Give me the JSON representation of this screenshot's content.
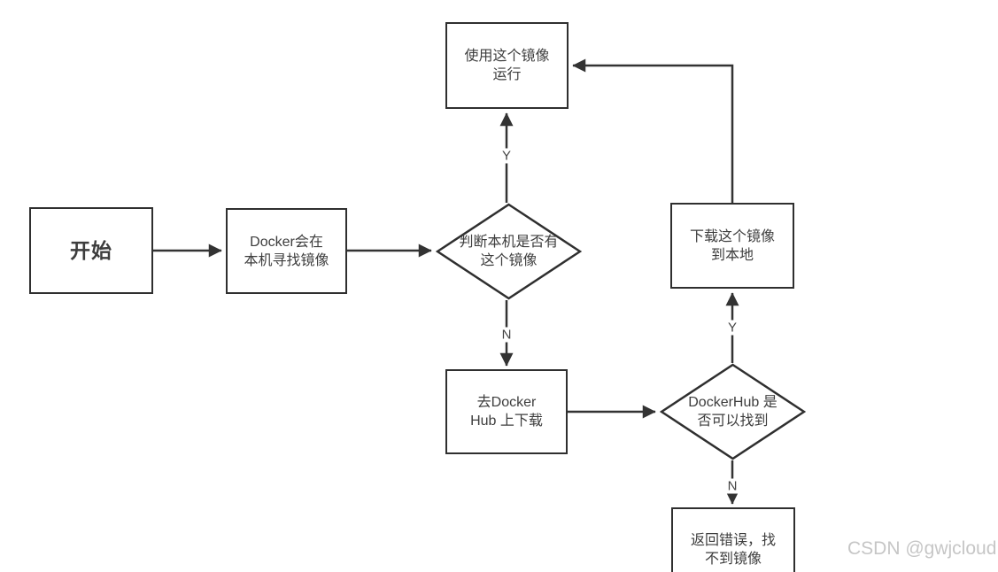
{
  "diagram": {
    "nodes": [
      {
        "id": "start",
        "shape": "rect",
        "label": "开始"
      },
      {
        "id": "search-local",
        "shape": "rect",
        "label": "Docker会在\n本机寻找镜像"
      },
      {
        "id": "check-local",
        "shape": "diamond",
        "label": "判断本机是否有\n这个镜像"
      },
      {
        "id": "use-image",
        "shape": "rect",
        "label": "使用这个镜像\n运行"
      },
      {
        "id": "download-image",
        "shape": "rect",
        "label": "下载这个镜像\n到本地"
      },
      {
        "id": "go-hub",
        "shape": "rect",
        "label": "去Docker\nHub 上下载"
      },
      {
        "id": "check-hub",
        "shape": "diamond",
        "label": "DockerHub 是\n否可以找到"
      },
      {
        "id": "error",
        "shape": "rect",
        "label": "返回错误，找\n不到镜像"
      }
    ],
    "edges": [
      {
        "from": "start",
        "to": "search-local",
        "label": ""
      },
      {
        "from": "search-local",
        "to": "check-local",
        "label": ""
      },
      {
        "from": "check-local",
        "to": "use-image",
        "label": "Y"
      },
      {
        "from": "check-local",
        "to": "go-hub",
        "label": "N"
      },
      {
        "from": "go-hub",
        "to": "check-hub",
        "label": ""
      },
      {
        "from": "check-hub",
        "to": "download-image",
        "label": "Y"
      },
      {
        "from": "check-hub",
        "to": "error",
        "label": "N"
      },
      {
        "from": "download-image",
        "to": "use-image",
        "label": ""
      }
    ],
    "colors": {
      "line": "#333333",
      "node_border": "#2f2f2f",
      "text": "#3d3d3d",
      "watermark": "#c6c6c6",
      "background": "#ffffff"
    }
  },
  "watermark": "CSDN @gwjcloud"
}
